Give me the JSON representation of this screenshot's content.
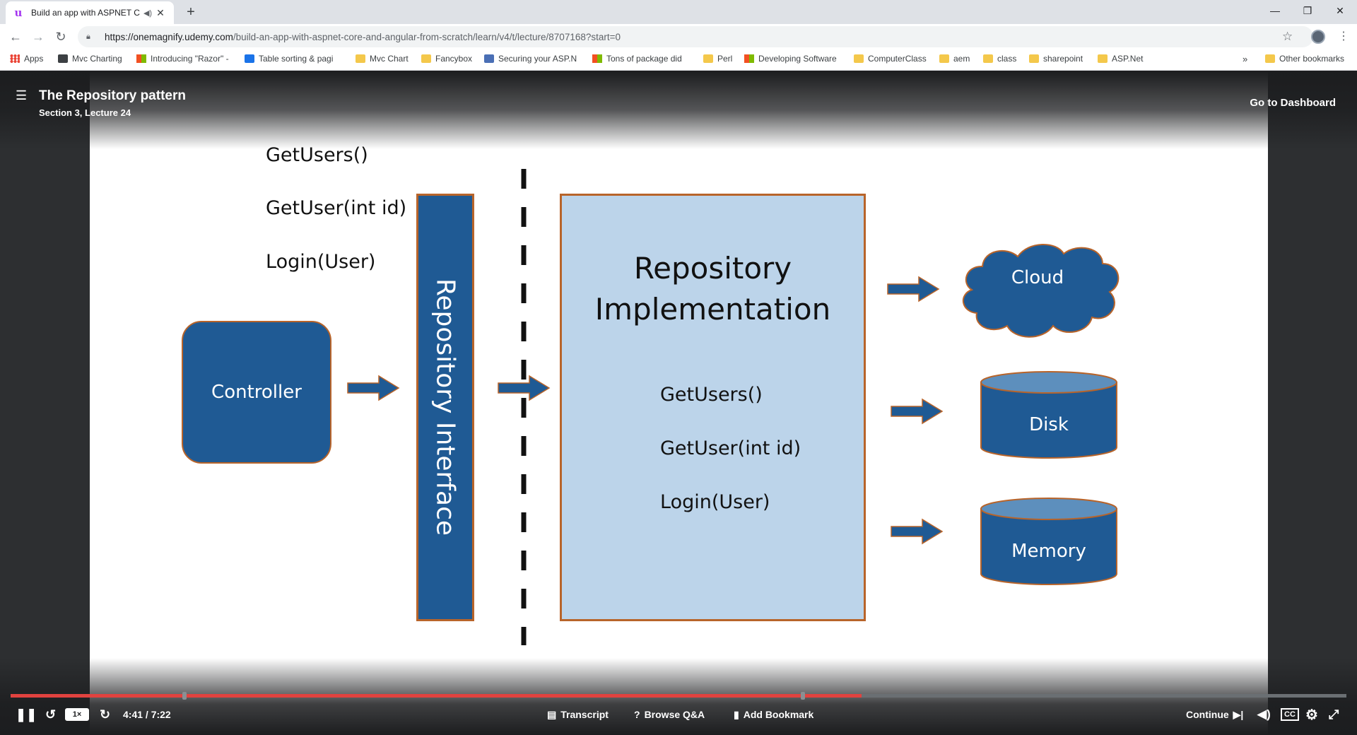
{
  "browser": {
    "tab_title": "Build an app with ASPNET C",
    "tab_close": "✕",
    "new_tab": "+",
    "window_controls": [
      "—",
      "❐",
      "✕"
    ],
    "url_host": "https://onemagnify.udemy.com",
    "url_path": "/build-an-app-with-aspnet-core-and-angular-from-scratch/learn/v4/t/lecture/8707168?start=0",
    "bookmarks": [
      {
        "label": "Apps",
        "icon": "grid"
      },
      {
        "label": "Mvc Charting",
        "icon": "dark"
      },
      {
        "label": "Introducing \"Razor\" -",
        "icon": "ms"
      },
      {
        "label": "Table sorting & pagi",
        "icon": "blue"
      },
      {
        "label": "Mvc Chart",
        "icon": "folder"
      },
      {
        "label": "Fancybox",
        "icon": "folder"
      },
      {
        "label": "Securing your ASP.N",
        "icon": "purple"
      },
      {
        "label": "Tons of package did",
        "icon": "ms"
      },
      {
        "label": "Perl",
        "icon": "folder"
      },
      {
        "label": "Developing Software",
        "icon": "ms"
      },
      {
        "label": "ComputerClass",
        "icon": "folder"
      },
      {
        "label": "aem",
        "icon": "folder"
      },
      {
        "label": "class",
        "icon": "folder"
      },
      {
        "label": "sharepoint",
        "icon": "folder"
      },
      {
        "label": "ASP.Net",
        "icon": "folder"
      }
    ],
    "more_bookmarks": "»",
    "other_bookmarks": "Other bookmarks"
  },
  "lecture": {
    "title": "The Repository pattern",
    "subtitle": "Section 3, Lecture 24",
    "go_to_dashboard": "Go to Dashboard"
  },
  "diagram": {
    "methods_left": [
      "GetUsers()",
      "GetUser(int id)",
      "Login(User)"
    ],
    "controller": "Controller",
    "interface": "Repository Interface",
    "implementation_line1": "Repository",
    "implementation_line2": "Implementation",
    "methods_impl": [
      "GetUsers()",
      "GetUser(int id)",
      "Login(User)"
    ],
    "stores": [
      "Cloud",
      "Disk",
      "Memory"
    ],
    "colors": {
      "box_fill": "#1f5a94",
      "box_border": "#b8642a",
      "impl_fill": "#bcd4ea"
    }
  },
  "controls": {
    "time": "4:41 / 7:22",
    "rate": "1×",
    "transcript": "Transcript",
    "browse_qa": "Browse Q&A",
    "add_bookmark": "Add Bookmark",
    "continue": "Continue",
    "progress_fraction": 0.637,
    "accent": "#e1423f"
  }
}
